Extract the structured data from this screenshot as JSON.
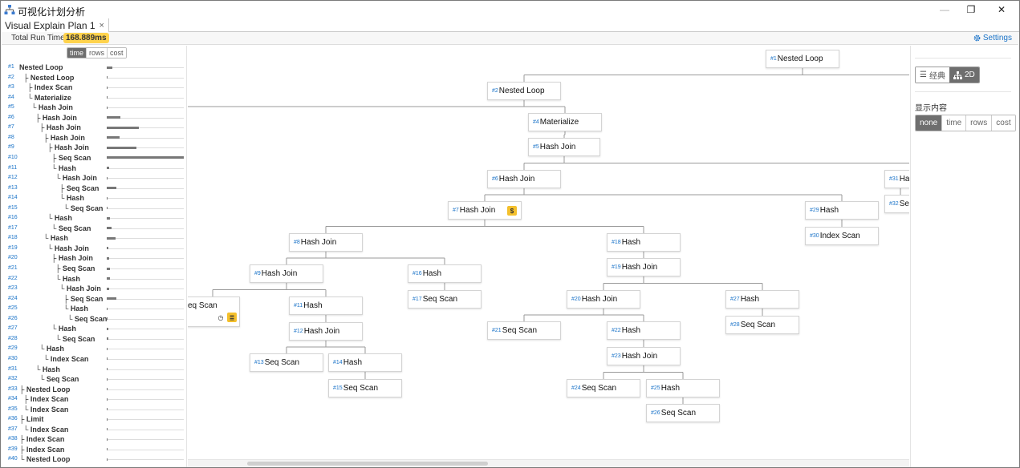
{
  "window": {
    "title": "可视化计划分析",
    "icon": "network-icon",
    "controls": [
      "—",
      "❐",
      "✕"
    ]
  },
  "tabs": [
    {
      "label": "Visual Explain Plan 1",
      "close": "×"
    }
  ],
  "run_bar": {
    "label": "Total Run Time",
    "value": "168.889ms",
    "settings": "Settings"
  },
  "left_panel": {
    "modes": [
      "time",
      "rows",
      "cost"
    ],
    "active_mode": "time",
    "rows": [
      {
        "num": "#1",
        "name": "Nested Loop",
        "indent": 0,
        "bar": 0.07
      },
      {
        "num": "#2",
        "name": "├ Nested Loop",
        "indent": 1,
        "bar": 0.01
      },
      {
        "num": "#3",
        "name": "├ Index Scan",
        "indent": 2,
        "bar": 0.01
      },
      {
        "num": "#4",
        "name": "└ Materialize",
        "indent": 2,
        "bar": 0.01
      },
      {
        "num": "#5",
        "name": "└ Hash Join",
        "indent": 3,
        "bar": 0.01
      },
      {
        "num": "#6",
        "name": "├ Hash Join",
        "indent": 4,
        "bar": 0.18
      },
      {
        "num": "#7",
        "name": "├ Hash Join",
        "indent": 5,
        "bar": 0.42
      },
      {
        "num": "#8",
        "name": "├ Hash Join",
        "indent": 6,
        "bar": 0.17
      },
      {
        "num": "#9",
        "name": "├ Hash Join",
        "indent": 7,
        "bar": 0.39
      },
      {
        "num": "#10",
        "name": "├ Seq Scan",
        "indent": 8,
        "bar": 1.0
      },
      {
        "num": "#11",
        "name": "└ Hash",
        "indent": 8,
        "bar": 0.03
      },
      {
        "num": "#12",
        "name": "└ Hash Join",
        "indent": 9,
        "bar": 0.01
      },
      {
        "num": "#13",
        "name": "├ Seq Scan",
        "indent": 10,
        "bar": 0.12
      },
      {
        "num": "#14",
        "name": "└ Hash",
        "indent": 10,
        "bar": 0.01
      },
      {
        "num": "#15",
        "name": "└ Seq Scan",
        "indent": 11,
        "bar": 0.01
      },
      {
        "num": "#16",
        "name": "└ Hash",
        "indent": 7,
        "bar": 0.04
      },
      {
        "num": "#17",
        "name": "└ Seq Scan",
        "indent": 8,
        "bar": 0.06
      },
      {
        "num": "#18",
        "name": "└ Hash",
        "indent": 6,
        "bar": 0.11
      },
      {
        "num": "#19",
        "name": "└ Hash Join",
        "indent": 7,
        "bar": 0.02
      },
      {
        "num": "#20",
        "name": "├ Hash Join",
        "indent": 8,
        "bar": 0.03
      },
      {
        "num": "#21",
        "name": "├ Seq Scan",
        "indent": 9,
        "bar": 0.04
      },
      {
        "num": "#22",
        "name": "└ Hash",
        "indent": 9,
        "bar": 0.04
      },
      {
        "num": "#23",
        "name": "└ Hash Join",
        "indent": 10,
        "bar": 0.03
      },
      {
        "num": "#24",
        "name": "├ Seq Scan",
        "indent": 11,
        "bar": 0.13
      },
      {
        "num": "#25",
        "name": "└ Hash",
        "indent": 11,
        "bar": 0.01
      },
      {
        "num": "#26",
        "name": "└ Seq Scan",
        "indent": 12,
        "bar": 0.01
      },
      {
        "num": "#27",
        "name": "└ Hash",
        "indent": 8,
        "bar": 0.02
      },
      {
        "num": "#28",
        "name": "└ Seq Scan",
        "indent": 9,
        "bar": 0.02
      },
      {
        "num": "#29",
        "name": "└ Hash",
        "indent": 5,
        "bar": 0.01
      },
      {
        "num": "#30",
        "name": "└ Index Scan",
        "indent": 6,
        "bar": 0.01
      },
      {
        "num": "#31",
        "name": "└ Hash",
        "indent": 4,
        "bar": 0.01
      },
      {
        "num": "#32",
        "name": "└ Seq Scan",
        "indent": 5,
        "bar": 0.01
      },
      {
        "num": "#33",
        "name": "├ Nested Loop",
        "indent": 0,
        "bar": 0.01
      },
      {
        "num": "#34",
        "name": "├ Index Scan",
        "indent": 1,
        "bar": 0.01
      },
      {
        "num": "#35",
        "name": "└ Index Scan",
        "indent": 1,
        "bar": 0.01
      },
      {
        "num": "#36",
        "name": "├ Limit",
        "indent": 0,
        "bar": 0.01
      },
      {
        "num": "#37",
        "name": "└ Index Scan",
        "indent": 1,
        "bar": 0.01
      },
      {
        "num": "#38",
        "name": "├ Index Scan",
        "indent": 0,
        "bar": 0.01
      },
      {
        "num": "#39",
        "name": "├ Index Scan",
        "indent": 0,
        "bar": 0.01
      },
      {
        "num": "#40",
        "name": "└ Nested Loop",
        "indent": 0,
        "bar": 0.01
      }
    ]
  },
  "graph": {
    "nodes": [
      {
        "id": "#1",
        "label": "Nested Loop"
      },
      {
        "id": "#2",
        "label": "Nested Loop"
      },
      {
        "id": "#4",
        "label": "Materialize"
      },
      {
        "id": "#5",
        "label": "Hash Join"
      },
      {
        "id": "#6",
        "label": "Hash Join"
      },
      {
        "id": "#7",
        "label": "Hash Join",
        "badges": [
          "$"
        ]
      },
      {
        "id": "#8",
        "label": "Hash Join"
      },
      {
        "id": "#9",
        "label": "Hash Join"
      },
      {
        "id": "",
        "label": "eq Scan",
        "badges": [
          "◷",
          "≣"
        ]
      },
      {
        "id": "#11",
        "label": "Hash"
      },
      {
        "id": "#12",
        "label": "Hash Join"
      },
      {
        "id": "#13",
        "label": "Seq Scan"
      },
      {
        "id": "#14",
        "label": "Hash"
      },
      {
        "id": "#15",
        "label": "Seq Scan"
      },
      {
        "id": "#16",
        "label": "Hash"
      },
      {
        "id": "#17",
        "label": "Seq Scan"
      },
      {
        "id": "#18",
        "label": "Hash"
      },
      {
        "id": "#19",
        "label": "Hash Join"
      },
      {
        "id": "#20",
        "label": "Hash Join"
      },
      {
        "id": "#21",
        "label": "Seq Scan"
      },
      {
        "id": "#22",
        "label": "Hash"
      },
      {
        "id": "#23",
        "label": "Hash Join"
      },
      {
        "id": "#24",
        "label": "Seq Scan"
      },
      {
        "id": "#25",
        "label": "Hash"
      },
      {
        "id": "#26",
        "label": "Seq Scan"
      },
      {
        "id": "#27",
        "label": "Hash"
      },
      {
        "id": "#28",
        "label": "Seq Scan"
      },
      {
        "id": "#29",
        "label": "Hash"
      },
      {
        "id": "#30",
        "label": "Index Scan"
      },
      {
        "id": "#31",
        "label": "Ha"
      },
      {
        "id": "#32",
        "label": "Se"
      }
    ]
  },
  "right_panel": {
    "view_modes": [
      {
        "label": "经典",
        "icon": "list-icon"
      },
      {
        "label": "2D",
        "icon": "tree-icon"
      }
    ],
    "active_view": "2D",
    "show_label": "显示内容",
    "show_options": [
      "none",
      "time",
      "rows",
      "cost"
    ],
    "active_show": "none"
  },
  "colors": {
    "accent": "#1a73c8",
    "badge": "#f4c02c",
    "active": "#6e6e6e",
    "bar": "#777777"
  }
}
